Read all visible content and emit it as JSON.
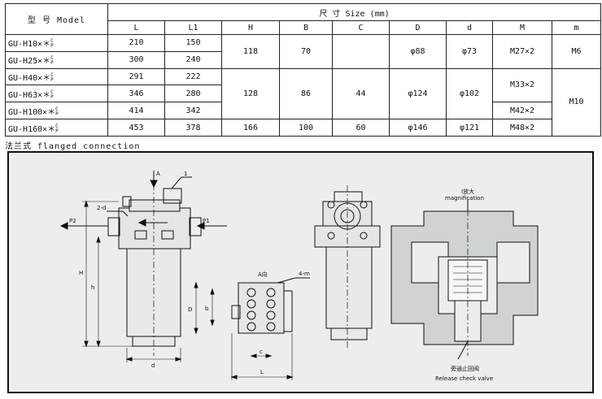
{
  "table": {
    "model_header": "型  号 Model",
    "size_header": "尺  寸 Size  (mm)",
    "columns": [
      "L",
      "L1",
      "H",
      "B",
      "C",
      "D",
      "d",
      "M",
      "m"
    ],
    "suffix_top": "C",
    "suffix_bottom": "P",
    "rows": [
      {
        "model": "GU-H10×＊",
        "L": "210",
        "L1": "150"
      },
      {
        "model": "GU-H25×＊",
        "L": "300",
        "L1": "240"
      },
      {
        "model": "GU-H40×＊",
        "L": "291",
        "L1": "222"
      },
      {
        "model": "GU-H63×＊",
        "L": "346",
        "L1": "280"
      },
      {
        "model": "GU-H100×＊",
        "L": "414",
        "L1": "342"
      },
      {
        "model": "GU-H160×＊",
        "L": "453",
        "L1": "378"
      }
    ],
    "group1": {
      "H": "118",
      "B": "70",
      "C": "",
      "D": "φ88",
      "d": "φ73",
      "M": "M27×2",
      "m": "M6"
    },
    "group2": {
      "H": "128",
      "B": "86",
      "C": "44",
      "D": "φ124",
      "d": "φ102",
      "M_a": "M33×2",
      "M_b": "M42×2",
      "m": "M10"
    },
    "group3": {
      "H": "166",
      "B": "100",
      "C": "60",
      "D": "φ146",
      "d": "φ121",
      "M": "M48×2"
    }
  },
  "caption": "法兰式  flanged  connection",
  "drawing": {
    "label_A": "A",
    "label_1": "1",
    "label_2d": "2-d",
    "label_P1": "P1",
    "label_P2": "P2",
    "label_H": "H",
    "label_h": "h",
    "label_d": "d",
    "label_view_A": "A向",
    "label_4m": "4-m",
    "label_D": "D",
    "label_b": "b",
    "label_c": "c",
    "label_L": "L",
    "label_magnify_cn": "I放大",
    "label_magnify_en": "magnification",
    "label_valve_cn": "旁通止回阀",
    "label_valve_en": "Release check valve"
  }
}
